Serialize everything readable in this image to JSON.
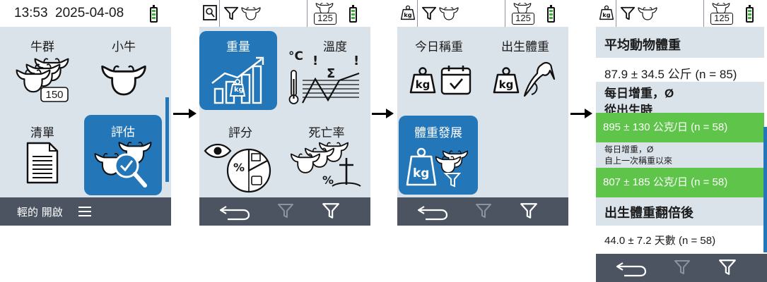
{
  "screen1": {
    "time": "13:53",
    "date": "2025-04-08",
    "tiles": [
      {
        "label": "牛群",
        "badge": "150"
      },
      {
        "label": "小牛"
      },
      {
        "label": "清單"
      },
      {
        "label": "評估"
      }
    ],
    "bottom_label": "輕的 開啟"
  },
  "screen2": {
    "herd_badge": "125",
    "tiles": [
      {
        "label": "重量"
      },
      {
        "label": "溫度",
        "unit": "°C"
      },
      {
        "label": "評分"
      },
      {
        "label": "死亡率"
      }
    ]
  },
  "screen3": {
    "herd_badge": "125",
    "tiles": [
      {
        "label": "今日稱重"
      },
      {
        "label": "出生體重"
      },
      {
        "label": "體重發展"
      }
    ]
  },
  "screen4": {
    "herd_badge": "125",
    "rows": {
      "avg_title": "平均動物體重",
      "avg_value": "87.9 ± 34.5 公斤 (n = 85)",
      "daily_title_1": "每日增重，Ø",
      "daily_title_2": "從出生時",
      "daily_value": "895 ± 130 公克/日 (n = 58)",
      "since_last_1": "每日增重，Ø",
      "since_last_2": "自上一次稱重以來",
      "since_last_value": "807 ± 185 公克/日 (n = 58)",
      "double_title": "出生體重翻倍後",
      "double_value": "44.0 ± 7.2 天數 (n = 58)"
    }
  },
  "icons": {
    "kg_label": "kg",
    "percent": "%",
    "sigma": "Σ",
    "exclaim": "!"
  },
  "colors": {
    "accent": "#2376b8",
    "bar": "#4b5460",
    "green": "#5fc54a",
    "battery": "#3fb23a"
  }
}
